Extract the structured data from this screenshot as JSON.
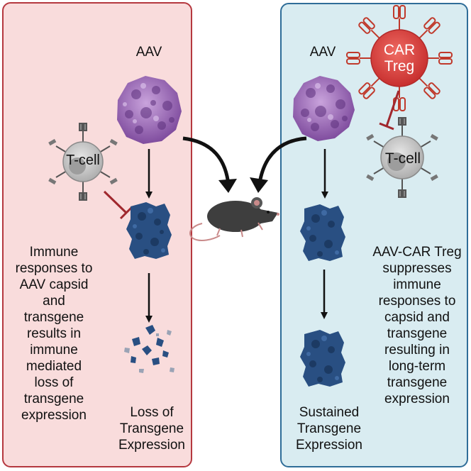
{
  "left_panel": {
    "aav_label": "AAV",
    "tcell_label": "T-cell",
    "description": "Immune responses to AAV capsid and transgene results in immune mediated loss of transgene expression",
    "outcome": "Loss of Transgene Expression"
  },
  "right_panel": {
    "aav_label": "AAV",
    "car_treg_label": "CAR Treg",
    "tcell_label": "T-cell",
    "description": "AAV-CAR Treg suppresses immune responses to capsid and transgene resulting in long-term transgene expression",
    "outcome": "Sustained Transgene Expression"
  },
  "colors": {
    "left_panel_fill": "#f9dcdc",
    "left_panel_border": "#b5383f",
    "right_panel_fill": "#d9ecf1",
    "right_panel_border": "#2f6d98",
    "aav_purple": "#9c6bb8",
    "protein_blue": "#294f82",
    "tcell_gray": "#c9c9c9",
    "car_treg_red": "#d93a3a",
    "inhibit_red": "#a0282e",
    "mouse": "#3e3e3e"
  },
  "icons": [
    "aav-capsid-icon",
    "t-cell-icon",
    "car-treg-icon",
    "protein-icon",
    "fragments-icon",
    "mouse-icon",
    "arrow-icon",
    "inhibition-icon"
  ]
}
